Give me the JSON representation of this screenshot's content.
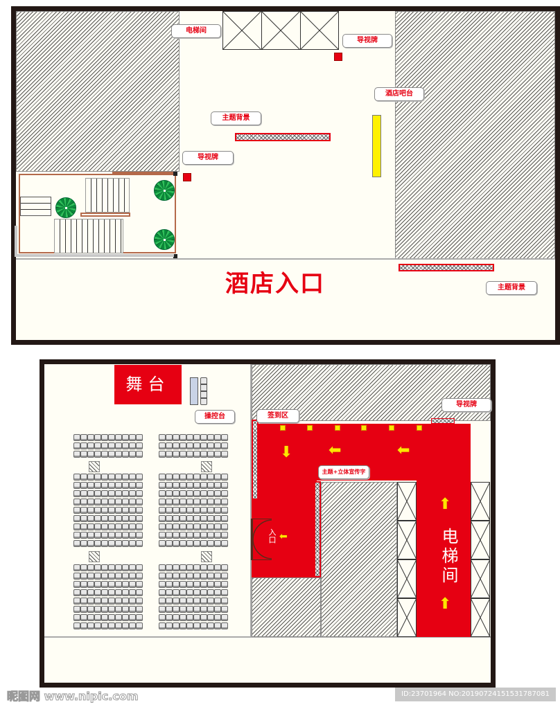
{
  "top_plan": {
    "entrance_title": "酒店入口",
    "labels": {
      "elevator": "电梯间",
      "guide_sign_top": "导视牌",
      "theme_backdrop_center": "主题背景",
      "guide_sign_left": "导视牌",
      "hotel_bar": "酒店吧台",
      "theme_backdrop_bottom": "主题背景"
    },
    "elevator_count": 3,
    "plant_count": 3
  },
  "bottom_plan": {
    "stage_label": "舞台",
    "control_desk_label": "操控台",
    "signin_label": "签到区",
    "guide_sign_label": "导视牌",
    "theme_3d_label": "主题+立体宣传字",
    "entrance_label": "入口",
    "elevator_label": "电梯间",
    "seating": {
      "columns_per_block": 10,
      "blocks": [
        {
          "name": "left-front",
          "rows": 3
        },
        {
          "name": "right-front",
          "rows": 3
        },
        {
          "name": "left-middle",
          "rows": 9
        },
        {
          "name": "right-middle",
          "rows": 9
        },
        {
          "name": "left-rear",
          "rows": 8
        },
        {
          "name": "right-rear",
          "rows": 8
        }
      ]
    },
    "lights_count": 6,
    "arrows": [
      "down",
      "left",
      "left",
      "left",
      "up",
      "up"
    ]
  },
  "watermark": {
    "site": "昵图网 www.nipic.com",
    "id_text": "ID:23701964 NO:20190724151531787081"
  },
  "colors": {
    "red": "#e60012",
    "yellow": "#ffe600",
    "wall": "#231815",
    "floor": "#fffef5",
    "plant": "#0a8a3a"
  }
}
